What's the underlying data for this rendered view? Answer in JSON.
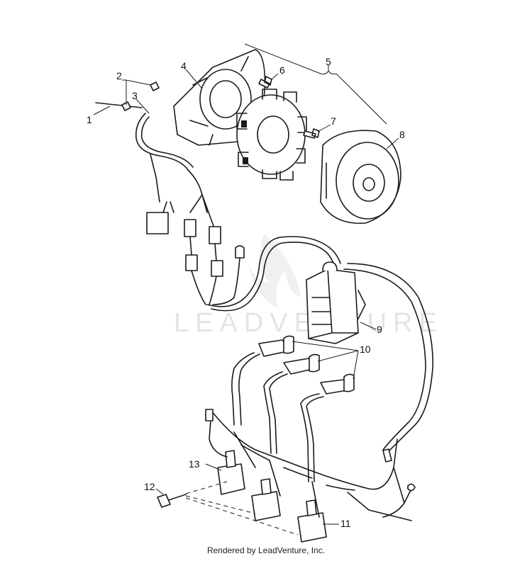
{
  "callouts": [
    "1",
    "2",
    "3",
    "4",
    "5",
    "6",
    "7",
    "8",
    "9",
    "10",
    "11",
    "12",
    "13"
  ],
  "watermark": "LEADVENTURE",
  "footer": "Rendered by LeadVenture, Inc."
}
